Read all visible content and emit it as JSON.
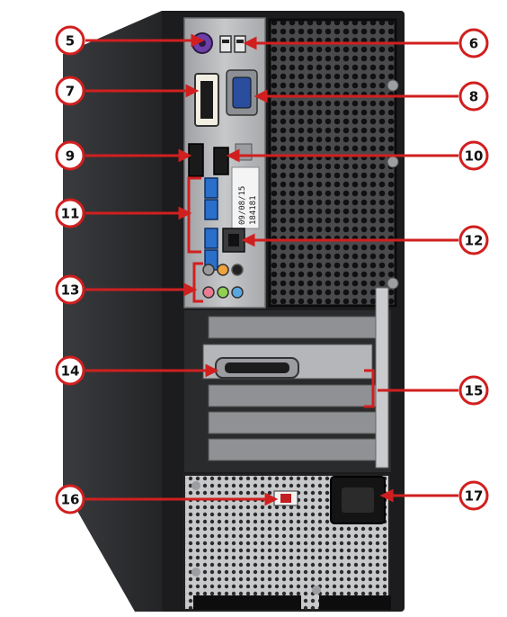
{
  "callouts": [
    {
      "id": "5",
      "label": "5"
    },
    {
      "id": "6",
      "label": "6"
    },
    {
      "id": "7",
      "label": "7"
    },
    {
      "id": "8",
      "label": "8"
    },
    {
      "id": "9",
      "label": "9"
    },
    {
      "id": "10",
      "label": "10"
    },
    {
      "id": "11",
      "label": "11"
    },
    {
      "id": "12",
      "label": "12"
    },
    {
      "id": "13",
      "label": "13"
    },
    {
      "id": "14",
      "label": "14"
    },
    {
      "id": "15",
      "label": "15"
    },
    {
      "id": "16",
      "label": "16"
    },
    {
      "id": "17",
      "label": "17"
    }
  ],
  "sticker": {
    "line1": "09/08/15",
    "line2": "184181"
  },
  "colors": {
    "callout_red": "#d11f1f",
    "case_black": "#1c1c1e",
    "panel_gray": "#b9bbbd",
    "usb3_blue": "#2a6fc9",
    "audio_pink": "#e97b93",
    "audio_green": "#8fd14f",
    "audio_blue": "#5aa7e0",
    "audio_orange": "#f0a23c"
  }
}
